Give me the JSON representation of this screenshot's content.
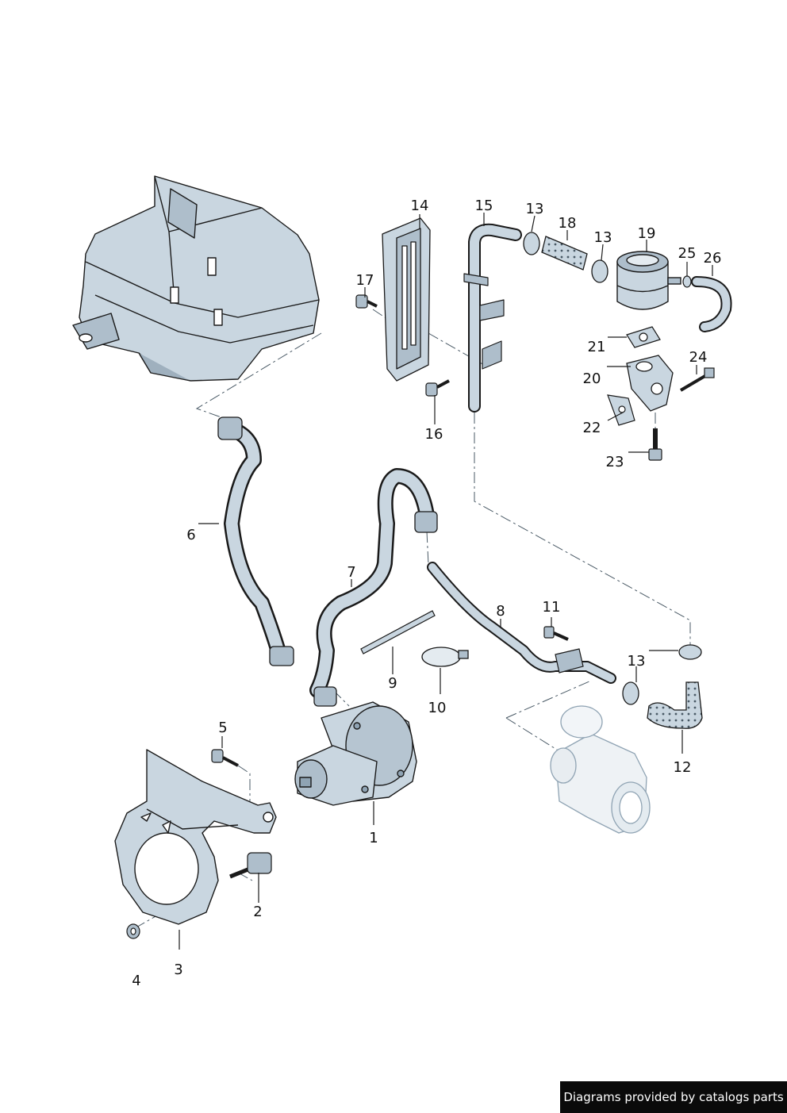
{
  "diagram": {
    "callouts": [
      {
        "id": "c14",
        "label": "14"
      },
      {
        "id": "c15",
        "label": "15"
      },
      {
        "id": "c13a",
        "label": "13"
      },
      {
        "id": "c18",
        "label": "18"
      },
      {
        "id": "c13b",
        "label": "13"
      },
      {
        "id": "c19",
        "label": "19"
      },
      {
        "id": "c25",
        "label": "25"
      },
      {
        "id": "c26",
        "label": "26"
      },
      {
        "id": "c17",
        "label": "17"
      },
      {
        "id": "c21",
        "label": "21"
      },
      {
        "id": "c24",
        "label": "24"
      },
      {
        "id": "c20",
        "label": "20"
      },
      {
        "id": "c16",
        "label": "16"
      },
      {
        "id": "c22",
        "label": "22"
      },
      {
        "id": "c23",
        "label": "23"
      },
      {
        "id": "c6",
        "label": "6"
      },
      {
        "id": "c7",
        "label": "7"
      },
      {
        "id": "c8",
        "label": "8"
      },
      {
        "id": "c11",
        "label": "11"
      },
      {
        "id": "c9",
        "label": "9"
      },
      {
        "id": "c13c",
        "label": "13"
      },
      {
        "id": "c10",
        "label": "10"
      },
      {
        "id": "c12",
        "label": "12"
      },
      {
        "id": "c5",
        "label": "5"
      },
      {
        "id": "c1",
        "label": "1"
      },
      {
        "id": "c2",
        "label": "2"
      },
      {
        "id": "c3",
        "label": "3"
      },
      {
        "id": "c4",
        "label": "4"
      }
    ]
  },
  "footer": {
    "text": "Diagrams provided by catalogs parts"
  },
  "colors": {
    "part_fill": "#c9d6e0",
    "part_dark": "#8fa3b3",
    "line": "#1a1a1a",
    "background": "#ffffff"
  }
}
